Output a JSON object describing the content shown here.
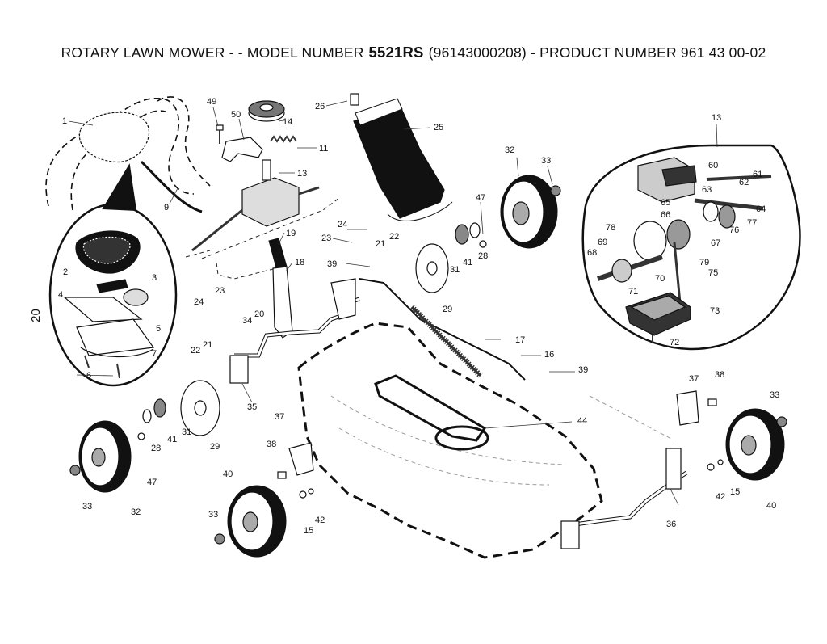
{
  "title": {
    "prefix": "ROTARY LAWN MOWER - - MODEL NUMBER",
    "model": "5521RS",
    "suffix": "(96143000208) - PRODUCT NUMBER 961 43 00-02"
  },
  "page_number": "20",
  "callouts": [
    {
      "id": "c1",
      "text": "1"
    },
    {
      "id": "c9",
      "text": "9"
    },
    {
      "id": "c49",
      "text": "49"
    },
    {
      "id": "c50",
      "text": "50"
    },
    {
      "id": "c14",
      "text": "14"
    },
    {
      "id": "c11",
      "text": "11"
    },
    {
      "id": "c13a",
      "text": "13"
    },
    {
      "id": "c26",
      "text": "26"
    },
    {
      "id": "c25",
      "text": "25"
    },
    {
      "id": "c32a",
      "text": "32"
    },
    {
      "id": "c33a",
      "text": "33"
    },
    {
      "id": "c47a",
      "text": "47"
    },
    {
      "id": "c13b",
      "text": "13"
    },
    {
      "id": "c60",
      "text": "60"
    },
    {
      "id": "c61",
      "text": "61"
    },
    {
      "id": "c62",
      "text": "62"
    },
    {
      "id": "c63",
      "text": "63"
    },
    {
      "id": "c65",
      "text": "65"
    },
    {
      "id": "c66",
      "text": "66"
    },
    {
      "id": "c64",
      "text": "64"
    },
    {
      "id": "c77",
      "text": "77"
    },
    {
      "id": "c78",
      "text": "78"
    },
    {
      "id": "c76",
      "text": "76"
    },
    {
      "id": "c69",
      "text": "69"
    },
    {
      "id": "c67",
      "text": "67"
    },
    {
      "id": "c68",
      "text": "68"
    },
    {
      "id": "c79",
      "text": "79"
    },
    {
      "id": "c75",
      "text": "75"
    },
    {
      "id": "c70",
      "text": "70"
    },
    {
      "id": "c71",
      "text": "71"
    },
    {
      "id": "c73",
      "text": "73"
    },
    {
      "id": "c72",
      "text": "72"
    },
    {
      "id": "c2",
      "text": "2"
    },
    {
      "id": "c3",
      "text": "3"
    },
    {
      "id": "c4",
      "text": "4"
    },
    {
      "id": "c5",
      "text": "5"
    },
    {
      "id": "c7",
      "text": "7"
    },
    {
      "id": "c6",
      "text": "6"
    },
    {
      "id": "c19",
      "text": "19"
    },
    {
      "id": "c18",
      "text": "18"
    },
    {
      "id": "c24a",
      "text": "24"
    },
    {
      "id": "c23a",
      "text": "23"
    },
    {
      "id": "c22a",
      "text": "22"
    },
    {
      "id": "c21a",
      "text": "21"
    },
    {
      "id": "c39a",
      "text": "39"
    },
    {
      "id": "c41a",
      "text": "41"
    },
    {
      "id": "c31a",
      "text": "31"
    },
    {
      "id": "c28a",
      "text": "28"
    },
    {
      "id": "c29a",
      "text": "29"
    },
    {
      "id": "c17",
      "text": "17"
    },
    {
      "id": "c16",
      "text": "16"
    },
    {
      "id": "c39b",
      "text": "39"
    },
    {
      "id": "c23b",
      "text": "23"
    },
    {
      "id": "c24b",
      "text": "24"
    },
    {
      "id": "c20",
      "text": "20"
    },
    {
      "id": "c34",
      "text": "34"
    },
    {
      "id": "c22b",
      "text": "22"
    },
    {
      "id": "c21b",
      "text": "21"
    },
    {
      "id": "c35",
      "text": "35"
    },
    {
      "id": "c41b",
      "text": "41"
    },
    {
      "id": "c31b",
      "text": "31"
    },
    {
      "id": "c28b",
      "text": "28"
    },
    {
      "id": "c29b",
      "text": "29"
    },
    {
      "id": "c47b",
      "text": "47"
    },
    {
      "id": "c33b",
      "text": "33"
    },
    {
      "id": "c32b",
      "text": "32"
    },
    {
      "id": "c37a",
      "text": "37"
    },
    {
      "id": "c38a",
      "text": "38"
    },
    {
      "id": "c44",
      "text": "44"
    },
    {
      "id": "c40a",
      "text": "40"
    },
    {
      "id": "c33c",
      "text": "33"
    },
    {
      "id": "c15a",
      "text": "15"
    },
    {
      "id": "c42a",
      "text": "42"
    },
    {
      "id": "c37b",
      "text": "37"
    },
    {
      "id": "c38b",
      "text": "38"
    },
    {
      "id": "c33d",
      "text": "33"
    },
    {
      "id": "c36",
      "text": "36"
    },
    {
      "id": "c42b",
      "text": "42"
    },
    {
      "id": "c15b",
      "text": "15"
    },
    {
      "id": "c40b",
      "text": "40"
    }
  ]
}
